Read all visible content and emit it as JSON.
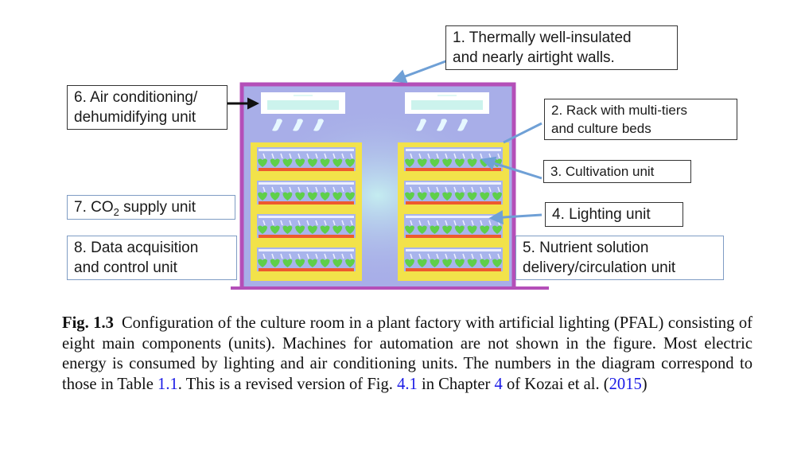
{
  "diagram": {
    "title": "Culture room configuration of a PFAL",
    "colors": {
      "wall": "#b44fb8",
      "room_fill": "#a8aee8",
      "room_center_glow": "#bfe6ef",
      "rack_frame": "#f2e24a",
      "culture_bed": "#ee5a2e",
      "plant": "#5fcf4a",
      "lighting_tube": "#eef0ff",
      "ac_unit": "#ffffff",
      "ac_vent": "#bff0e8",
      "arrow_blue": "#6fa0d6",
      "arrow_black": "#111111"
    },
    "racks": {
      "count": 2,
      "tiers_per_rack": 4,
      "plants_per_tier": 8
    },
    "ac_units": {
      "count": 2,
      "airflow_marks_per_unit": 3
    },
    "labels": [
      {
        "id": "1",
        "line1": "1. Thermally well-insulated",
        "line2": "and nearly airtight walls."
      },
      {
        "id": "2",
        "line1": "2. Rack with multi-tiers",
        "line2": "and culture beds"
      },
      {
        "id": "3",
        "line1": "3. Cultivation unit"
      },
      {
        "id": "4",
        "line1": "4. Lighting unit"
      },
      {
        "id": "5",
        "line1": "5. Nutrient solution",
        "line2": "delivery/circulation unit"
      },
      {
        "id": "6",
        "line1": "6. Air conditioning/",
        "line2": "dehumidifying unit"
      },
      {
        "id": "7",
        "prefix": "7. CO",
        "sub": "2",
        "suffix": " supply unit"
      },
      {
        "id": "8",
        "line1": "8. Data acquisition",
        "line2": "and control unit"
      }
    ]
  },
  "caption": {
    "fig_label": "Fig. 1.3",
    "text_1": "Configuration of the culture room in a plant factory with artificial lighting (PFAL) consisting of eight main components (units). Machines for automation are not shown in the figure. Most electric energy is consumed by lighting and air conditioning units. The numbers in the diagram correspond to those in Table ",
    "ref_table": "1.1",
    "text_2": ". This is a revised version of Fig. ",
    "ref_fig": "4.1",
    "text_3": " in Chapter ",
    "ref_chapter": "4",
    "text_4": " of Kozai et al. (",
    "ref_year": "2015",
    "text_5": ")"
  }
}
